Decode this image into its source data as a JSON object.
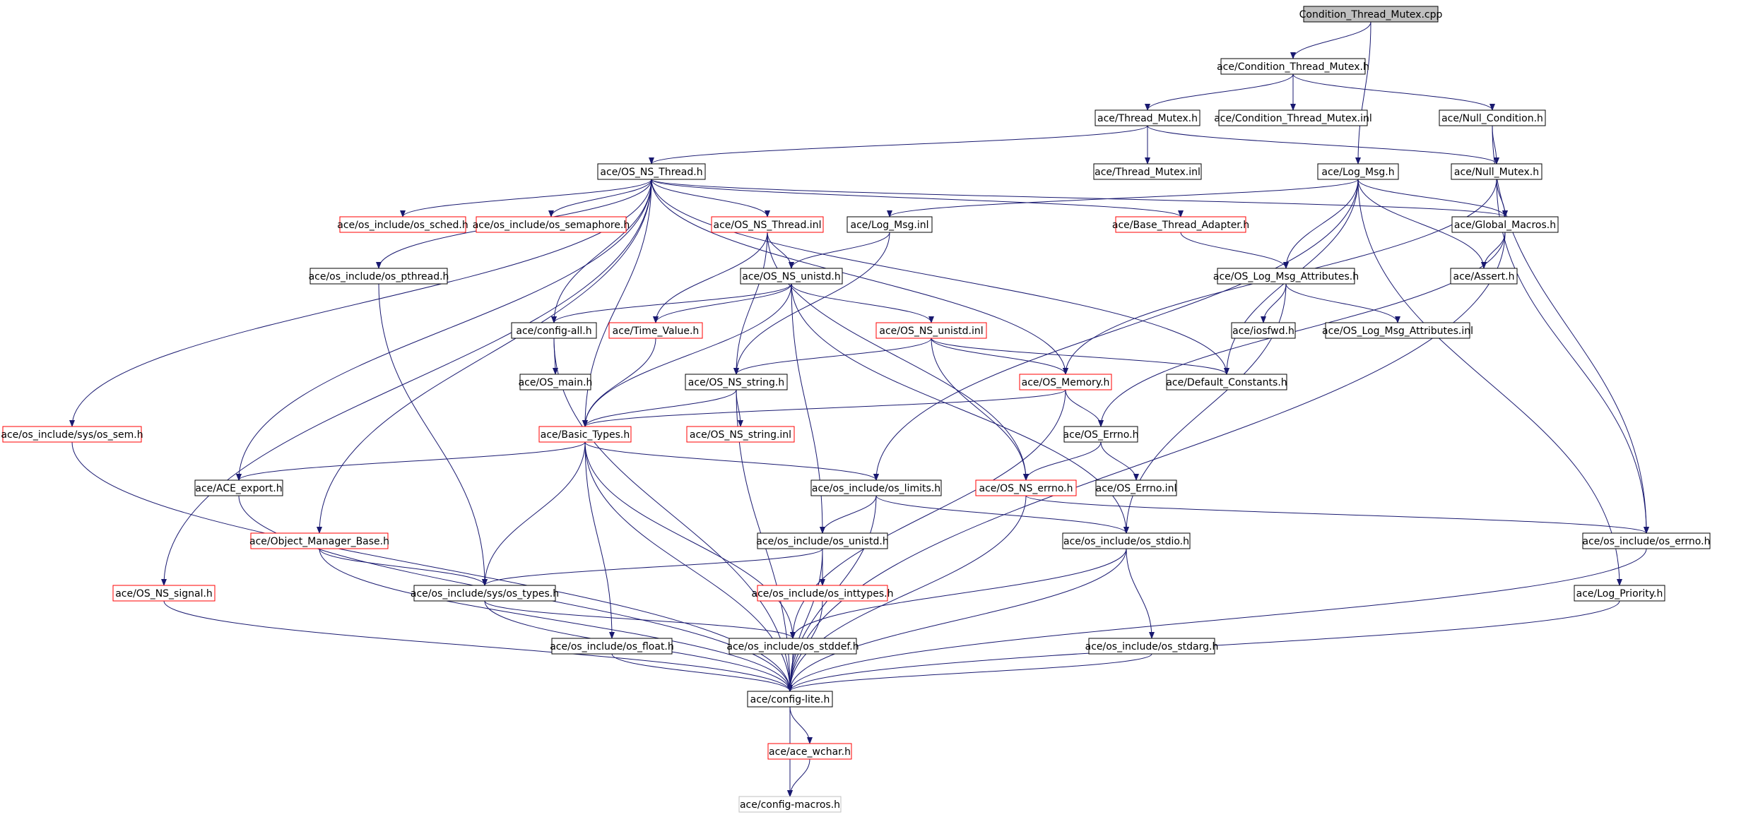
{
  "colors": {
    "edge": "#191970",
    "node_border_default": "#000000",
    "node_border_linked_red": "#ff0000",
    "node_border_external": "#bfbfbf",
    "root_fill": "#bfbfbf",
    "node_fill": "#ffffff",
    "text": "#000000"
  },
  "nodes": [
    {
      "id": "root",
      "label": "Condition_Thread_Mutex.cpp",
      "style": "root"
    },
    {
      "id": "ctm_h",
      "label": "ace/Condition_Thread_Mutex.h",
      "style": "default"
    },
    {
      "id": "thread_mutex_h",
      "label": "ace/Thread_Mutex.h",
      "style": "default"
    },
    {
      "id": "ctm_inl",
      "label": "ace/Condition_Thread_Mutex.inl",
      "style": "default"
    },
    {
      "id": "null_condition_h",
      "label": "ace/Null_Condition.h",
      "style": "default"
    },
    {
      "id": "os_ns_thread_h",
      "label": "ace/OS_NS_Thread.h",
      "style": "default"
    },
    {
      "id": "thread_mutex_inl",
      "label": "ace/Thread_Mutex.inl",
      "style": "default"
    },
    {
      "id": "log_msg_h",
      "label": "ace/Log_Msg.h",
      "style": "default"
    },
    {
      "id": "null_mutex_h",
      "label": "ace/Null_Mutex.h",
      "style": "default"
    },
    {
      "id": "os_sched_h",
      "label": "ace/os_include/os_sched.h",
      "style": "red"
    },
    {
      "id": "os_semaphore_h",
      "label": "ace/os_include/os_semaphore.h",
      "style": "red"
    },
    {
      "id": "os_ns_thread_inl",
      "label": "ace/OS_NS_Thread.inl",
      "style": "red"
    },
    {
      "id": "log_msg_inl",
      "label": "ace/Log_Msg.inl",
      "style": "default"
    },
    {
      "id": "base_thread_adapter_h",
      "label": "ace/Base_Thread_Adapter.h",
      "style": "red"
    },
    {
      "id": "global_macros_h",
      "label": "ace/Global_Macros.h",
      "style": "default"
    },
    {
      "id": "os_pthread_h",
      "label": "ace/os_include/os_pthread.h",
      "style": "default"
    },
    {
      "id": "os_ns_unistd_h",
      "label": "ace/OS_NS_unistd.h",
      "style": "default"
    },
    {
      "id": "os_log_msg_attributes_h",
      "label": "ace/OS_Log_Msg_Attributes.h",
      "style": "default"
    },
    {
      "id": "assert_h",
      "label": "ace/Assert.h",
      "style": "default"
    },
    {
      "id": "config_all_h",
      "label": "ace/config-all.h",
      "style": "default"
    },
    {
      "id": "time_value_h",
      "label": "ace/Time_Value.h",
      "style": "red"
    },
    {
      "id": "os_ns_unistd_inl",
      "label": "ace/OS_NS_unistd.inl",
      "style": "red"
    },
    {
      "id": "iosfwd_h",
      "label": "ace/iosfwd.h",
      "style": "default"
    },
    {
      "id": "os_log_msg_attributes_inl",
      "label": "ace/OS_Log_Msg_Attributes.inl",
      "style": "default"
    },
    {
      "id": "os_main_h",
      "label": "ace/OS_main.h",
      "style": "default"
    },
    {
      "id": "os_ns_string_h",
      "label": "ace/OS_NS_string.h",
      "style": "default"
    },
    {
      "id": "os_memory_h",
      "label": "ace/OS_Memory.h",
      "style": "red"
    },
    {
      "id": "default_constants_h",
      "label": "ace/Default_Constants.h",
      "style": "default"
    },
    {
      "id": "os_sem_h",
      "label": "ace/os_include/sys/os_sem.h",
      "style": "red"
    },
    {
      "id": "basic_types_h",
      "label": "ace/Basic_Types.h",
      "style": "red"
    },
    {
      "id": "os_ns_string_inl",
      "label": "ace/OS_NS_string.inl",
      "style": "red"
    },
    {
      "id": "os_errno_h",
      "label": "ace/OS_Errno.h",
      "style": "default"
    },
    {
      "id": "ace_export_h",
      "label": "ace/ACE_export.h",
      "style": "default"
    },
    {
      "id": "os_limits_h",
      "label": "ace/os_include/os_limits.h",
      "style": "default"
    },
    {
      "id": "os_ns_errno_h",
      "label": "ace/OS_NS_errno.h",
      "style": "red"
    },
    {
      "id": "os_errno_inl",
      "label": "ace/OS_Errno.inl",
      "style": "default"
    },
    {
      "id": "object_manager_base_h",
      "label": "ace/Object_Manager_Base.h",
      "style": "red"
    },
    {
      "id": "os_unistd_h",
      "label": "ace/os_include/os_unistd.h",
      "style": "default"
    },
    {
      "id": "os_stdio_h",
      "label": "ace/os_include/os_stdio.h",
      "style": "default"
    },
    {
      "id": "os_include_os_errno_h",
      "label": "ace/os_include/os_errno.h",
      "style": "default"
    },
    {
      "id": "os_ns_signal_h",
      "label": "ace/OS_NS_signal.h",
      "style": "red"
    },
    {
      "id": "os_types_h",
      "label": "ace/os_include/sys/os_types.h",
      "style": "default"
    },
    {
      "id": "os_inttypes_h",
      "label": "ace/os_include/os_inttypes.h",
      "style": "red"
    },
    {
      "id": "log_priority_h",
      "label": "ace/Log_Priority.h",
      "style": "default"
    },
    {
      "id": "os_float_h",
      "label": "ace/os_include/os_float.h",
      "style": "default"
    },
    {
      "id": "os_stddef_h",
      "label": "ace/os_include/os_stddef.h",
      "style": "default"
    },
    {
      "id": "os_stdarg_h",
      "label": "ace/os_include/os_stdarg.h",
      "style": "default"
    },
    {
      "id": "config_lite_h",
      "label": "ace/config-lite.h",
      "style": "default"
    },
    {
      "id": "ace_wchar_h",
      "label": "ace/ace_wchar.h",
      "style": "red"
    },
    {
      "id": "config_macros_h",
      "label": "ace/config-macros.h",
      "style": "external"
    }
  ],
  "edges": [
    [
      "root",
      "ctm_h"
    ],
    [
      "root",
      "log_msg_h"
    ],
    [
      "ctm_h",
      "thread_mutex_h"
    ],
    [
      "ctm_h",
      "ctm_inl"
    ],
    [
      "ctm_h",
      "null_condition_h"
    ],
    [
      "null_condition_h",
      "null_mutex_h"
    ],
    [
      "null_condition_h",
      "os_include_os_errno_h"
    ],
    [
      "thread_mutex_h",
      "os_ns_thread_h"
    ],
    [
      "thread_mutex_h",
      "thread_mutex_inl"
    ],
    [
      "thread_mutex_h",
      "null_mutex_h"
    ],
    [
      "null_mutex_h",
      "global_macros_h"
    ],
    [
      "null_mutex_h",
      "os_memory_h"
    ],
    [
      "null_mutex_h",
      "os_include_os_errno_h"
    ],
    [
      "log_msg_h",
      "log_msg_inl"
    ],
    [
      "log_msg_h",
      "global_macros_h"
    ],
    [
      "log_msg_h",
      "assert_h"
    ],
    [
      "log_msg_h",
      "os_log_msg_attributes_h"
    ],
    [
      "log_msg_h",
      "default_constants_h"
    ],
    [
      "log_msg_h",
      "log_priority_h"
    ],
    [
      "log_msg_h",
      "os_limits_h"
    ],
    [
      "os_ns_thread_h",
      "os_sched_h"
    ],
    [
      "os_ns_thread_h",
      "os_semaphore_h"
    ],
    [
      "os_ns_thread_h",
      "os_ns_thread_inl"
    ],
    [
      "os_ns_thread_h",
      "base_thread_adapter_h"
    ],
    [
      "os_ns_thread_h",
      "global_macros_h"
    ],
    [
      "os_ns_thread_h",
      "os_pthread_h"
    ],
    [
      "os_ns_thread_h",
      "config_all_h"
    ],
    [
      "os_ns_thread_h",
      "basic_types_h"
    ],
    [
      "os_ns_thread_h",
      "os_memory_h"
    ],
    [
      "os_ns_thread_h",
      "default_constants_h"
    ],
    [
      "os_ns_thread_h",
      "os_sem_h"
    ],
    [
      "os_ns_thread_h",
      "ace_export_h"
    ],
    [
      "os_ns_thread_h",
      "object_manager_base_h"
    ],
    [
      "os_ns_thread_h",
      "os_ns_signal_h"
    ],
    [
      "os_ns_thread_inl",
      "os_ns_unistd_h"
    ],
    [
      "os_ns_thread_inl",
      "time_value_h"
    ],
    [
      "os_ns_thread_inl",
      "os_ns_string_h"
    ],
    [
      "os_ns_thread_inl",
      "os_ns_errno_h"
    ],
    [
      "log_msg_inl",
      "os_ns_unistd_h"
    ],
    [
      "log_msg_inl",
      "os_ns_string_h"
    ],
    [
      "base_thread_adapter_h",
      "os_log_msg_attributes_h"
    ],
    [
      "global_macros_h",
      "assert_h"
    ],
    [
      "global_macros_h",
      "os_errno_h"
    ],
    [
      "global_macros_h",
      "config_lite_h"
    ],
    [
      "os_log_msg_attributes_h",
      "iosfwd_h"
    ],
    [
      "os_log_msg_attributes_h",
      "os_log_msg_attributes_inl"
    ],
    [
      "os_log_msg_attributes_h",
      "os_stdio_h"
    ],
    [
      "os_pthread_h",
      "os_types_h"
    ],
    [
      "os_ns_unistd_h",
      "config_all_h"
    ],
    [
      "os_ns_unistd_h",
      "time_value_h"
    ],
    [
      "os_ns_unistd_h",
      "os_ns_unistd_inl"
    ],
    [
      "os_ns_unistd_h",
      "basic_types_h"
    ],
    [
      "os_ns_unistd_h",
      "os_unistd_h"
    ],
    [
      "os_ns_unistd_h",
      "os_stdio_h"
    ],
    [
      "config_all_h",
      "os_main_h"
    ],
    [
      "config_all_h",
      "config_lite_h"
    ],
    [
      "time_value_h",
      "basic_types_h"
    ],
    [
      "os_ns_unistd_inl",
      "os_ns_string_h"
    ],
    [
      "os_ns_unistd_inl",
      "os_memory_h"
    ],
    [
      "os_ns_unistd_inl",
      "default_constants_h"
    ],
    [
      "os_ns_unistd_inl",
      "os_ns_errno_h"
    ],
    [
      "os_ns_string_h",
      "basic_types_h"
    ],
    [
      "os_ns_string_h",
      "os_ns_string_inl"
    ],
    [
      "os_ns_string_h",
      "config_lite_h"
    ],
    [
      "os_memory_h",
      "basic_types_h"
    ],
    [
      "os_memory_h",
      "os_errno_h"
    ],
    [
      "os_memory_h",
      "os_stddef_h"
    ],
    [
      "os_errno_h",
      "os_ns_errno_h"
    ],
    [
      "os_errno_h",
      "os_errno_inl"
    ],
    [
      "os_ns_errno_h",
      "os_include_os_errno_h"
    ],
    [
      "os_ns_errno_h",
      "config_lite_h"
    ],
    [
      "basic_types_h",
      "ace_export_h"
    ],
    [
      "basic_types_h",
      "os_limits_h"
    ],
    [
      "basic_types_h",
      "os_types_h"
    ],
    [
      "basic_types_h",
      "os_float_h"
    ],
    [
      "basic_types_h",
      "os_stddef_h"
    ],
    [
      "basic_types_h",
      "config_lite_h"
    ],
    [
      "os_limits_h",
      "os_unistd_h"
    ],
    [
      "os_limits_h",
      "os_stdio_h"
    ],
    [
      "os_limits_h",
      "config_lite_h"
    ],
    [
      "os_unistd_h",
      "os_types_h"
    ],
    [
      "os_unistd_h",
      "os_inttypes_h"
    ],
    [
      "os_unistd_h",
      "config_lite_h"
    ],
    [
      "os_stdio_h",
      "os_stddef_h"
    ],
    [
      "os_stdio_h",
      "os_stdarg_h"
    ],
    [
      "os_stdio_h",
      "config_lite_h"
    ],
    [
      "os_types_h",
      "os_stddef_h"
    ],
    [
      "os_types_h",
      "config_lite_h"
    ],
    [
      "os_inttypes_h",
      "config_lite_h"
    ],
    [
      "os_float_h",
      "config_lite_h"
    ],
    [
      "os_stddef_h",
      "config_lite_h"
    ],
    [
      "os_stdarg_h",
      "config_lite_h"
    ],
    [
      "object_manager_base_h",
      "os_types_h"
    ],
    [
      "object_manager_base_h",
      "config_lite_h"
    ],
    [
      "ace_export_h",
      "config_lite_h"
    ],
    [
      "os_ns_signal_h",
      "config_lite_h"
    ],
    [
      "os_sem_h",
      "config_lite_h"
    ],
    [
      "log_priority_h",
      "config_lite_h"
    ],
    [
      "os_include_os_errno_h",
      "config_lite_h"
    ],
    [
      "config_lite_h",
      "ace_wchar_h"
    ],
    [
      "config_lite_h",
      "config_macros_h"
    ],
    [
      "ace_wchar_h",
      "config_macros_h"
    ]
  ]
}
